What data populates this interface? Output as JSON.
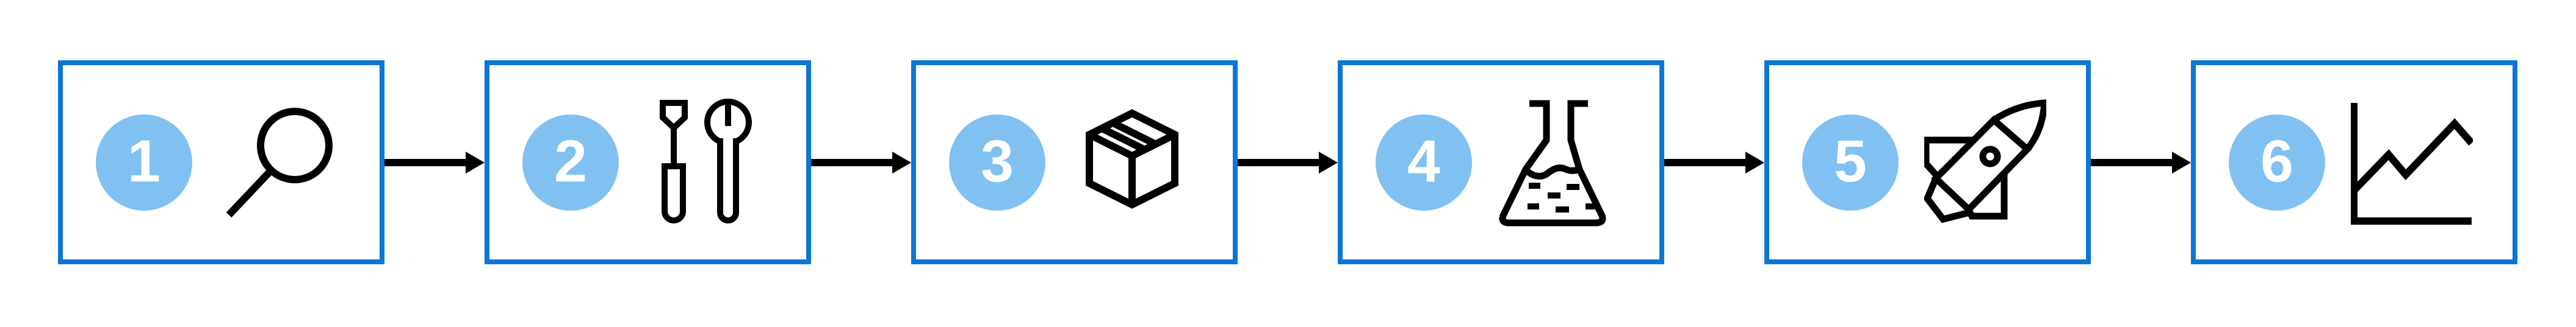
{
  "diagram": {
    "type": "process-flow",
    "direction": "left-to-right",
    "background": "#ffffff",
    "colors": {
      "box_border": "#0c76d6",
      "box_fill": "#ffffff",
      "step_circle_fill": "#80c1f2",
      "step_number_color": "#ffffff",
      "icon_stroke": "#000000",
      "arrow": "#000000"
    },
    "steps": [
      {
        "number": "1",
        "icon": "magnifying-glass-icon"
      },
      {
        "number": "2",
        "icon": "screwdriver-wrench-icon"
      },
      {
        "number": "3",
        "icon": "package-box-icon"
      },
      {
        "number": "4",
        "icon": "flask-icon"
      },
      {
        "number": "5",
        "icon": "rocket-icon"
      },
      {
        "number": "6",
        "icon": "line-chart-icon"
      }
    ],
    "connector_count": 5,
    "connector_style": "solid-black-right-arrow"
  }
}
